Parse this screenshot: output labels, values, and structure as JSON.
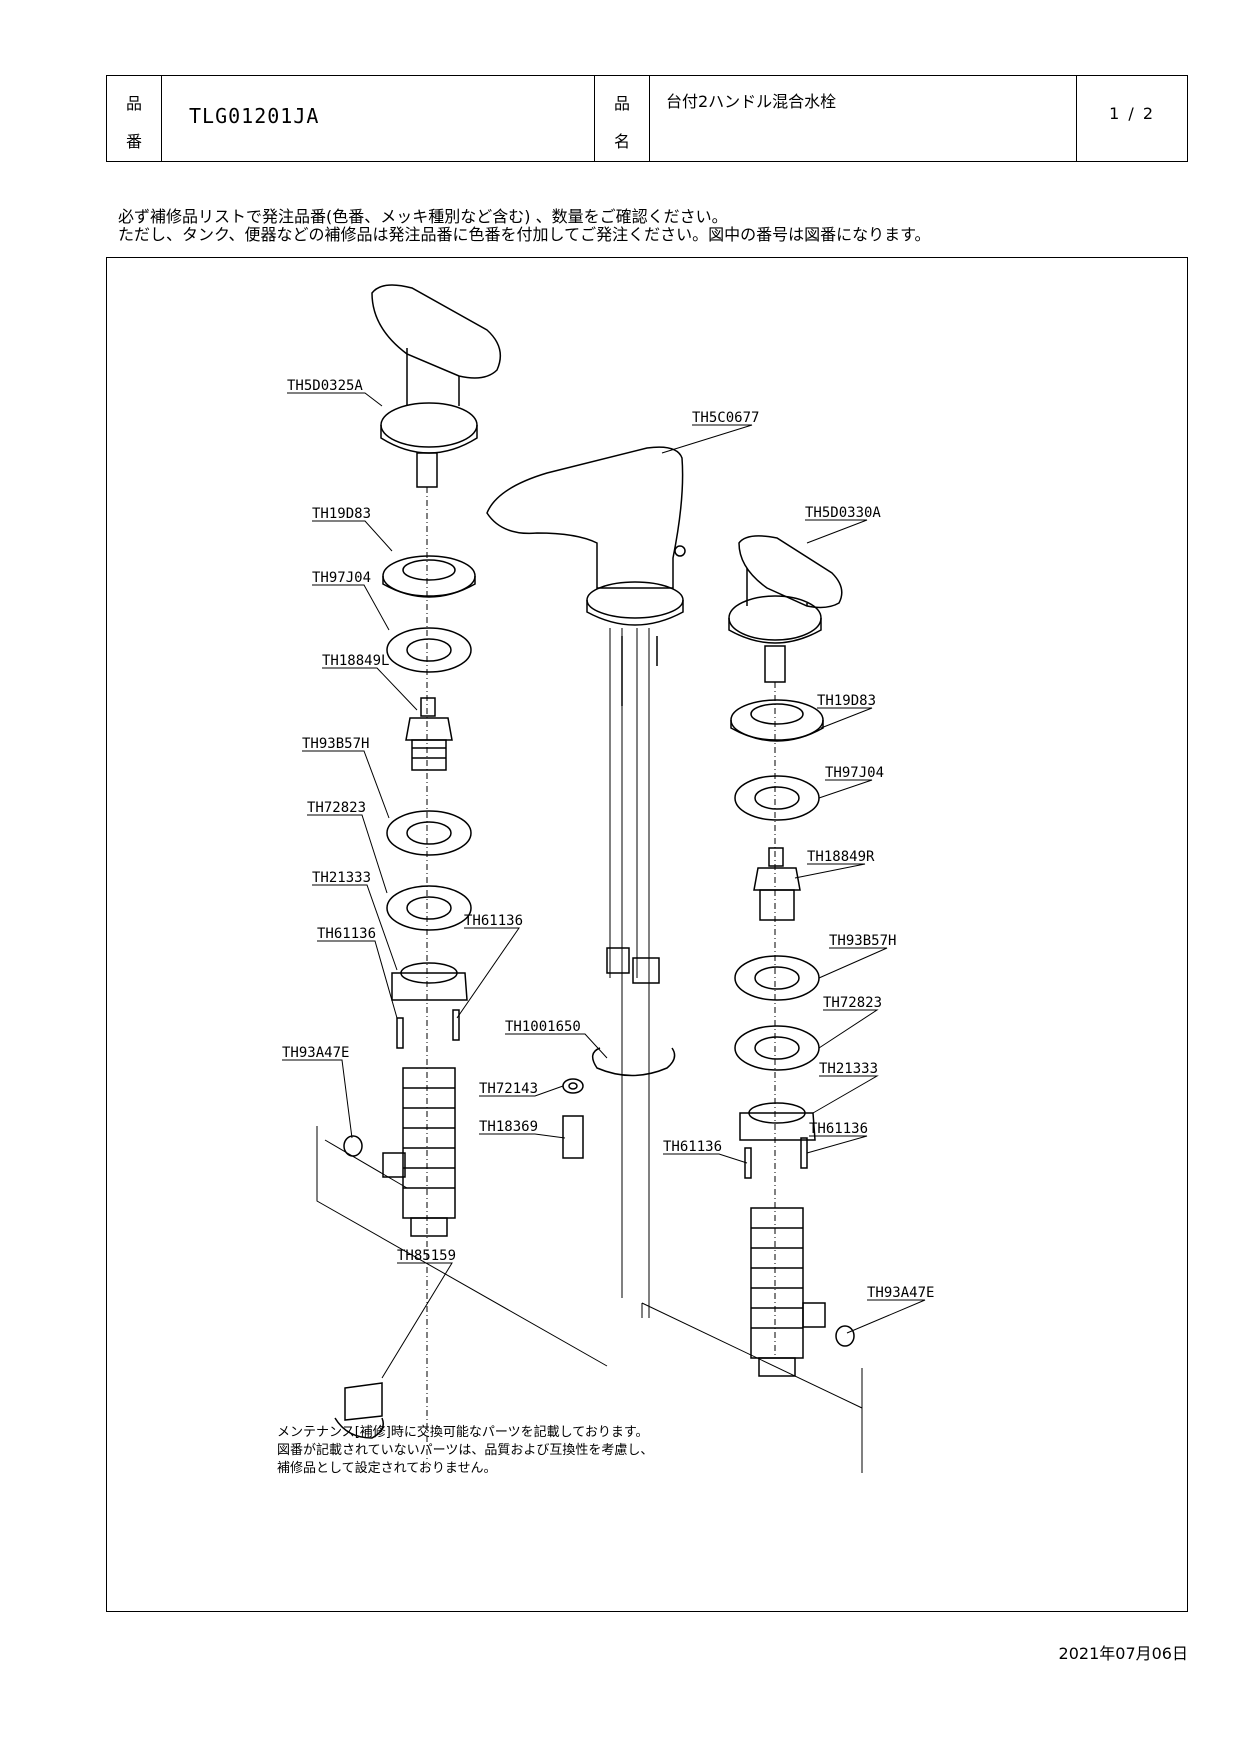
{
  "header": {
    "part_no_label_1": "品",
    "part_no_label_2": "番",
    "part_no": "TLG01201JA",
    "name_label_1": "品",
    "name_label_2": "名",
    "product_name": "台付2ハンドル混合水栓",
    "page": "1 / 2"
  },
  "notes": {
    "line1": "必ず補修品リストで発注品番(色番、メッキ種別など含む) 、数量をご確認ください。",
    "line2": "ただし、タンク、便器などの補修品は発注品番に色番を付加してご発注ください。図中の番号は図番になります。"
  },
  "parts": {
    "TH5D0325A": "TH5D0325A",
    "TH5C0677": "TH5C0677",
    "TH19D83_L": "TH19D83",
    "TH5D0330A": "TH5D0330A",
    "TH97J04_L": "TH97J04",
    "TH18849L": "TH18849L",
    "TH19D83_R": "TH19D83",
    "TH93B57H_L": "TH93B57H",
    "TH97J04_R": "TH97J04",
    "TH72823_L": "TH72823",
    "TH18849R": "TH18849R",
    "TH21333_L": "TH21333",
    "TH61136_L1": "TH61136",
    "TH61136_L2": "TH61136",
    "TH93B57H_R": "TH93B57H",
    "TH72823_R": "TH72823",
    "TH93A47E_L": "TH93A47E",
    "TH1001650": "TH1001650",
    "TH21333_R": "TH21333",
    "TH72143": "TH72143",
    "TH61136_R1": "TH61136",
    "TH61136_R2": "TH61136",
    "TH18369": "TH18369",
    "TH85159": "TH85159",
    "TH93A47E_R": "TH93A47E"
  },
  "maintenance": {
    "line1": "メンテナンス[補修]時に交換可能なパーツを記載しております。",
    "line2": "図番が記載されていないパーツは、品質および互換性を考慮し、",
    "line3": "補修品として設定されておりません。"
  },
  "date": "2021年07月06日"
}
